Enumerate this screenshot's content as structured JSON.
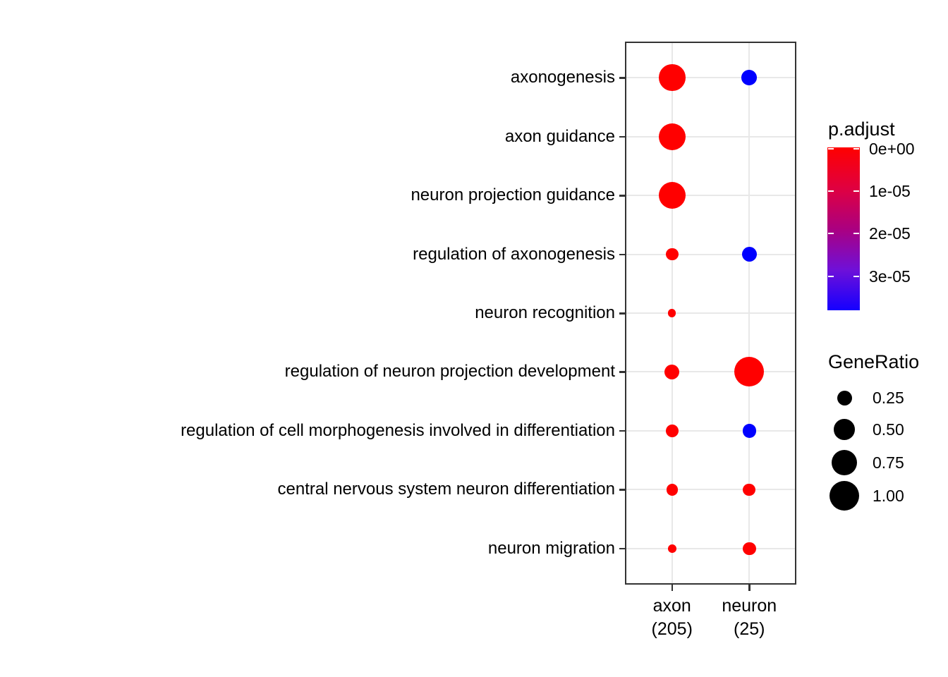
{
  "chart_data": {
    "type": "scatter",
    "subtype": "enrichment-dotplot",
    "title": "",
    "xlabel": "",
    "ylabel": "",
    "grid": true,
    "legend_position": "right",
    "x_categories": [
      {
        "cluster": "axon",
        "size_label": "(205)"
      },
      {
        "cluster": "neuron",
        "size_label": "(25)"
      }
    ],
    "y_categories": [
      "axonogenesis",
      "axon guidance",
      "neuron projection guidance",
      "regulation of axonogenesis",
      "neuron recognition",
      "regulation of neuron projection development",
      "regulation of cell morphogenesis involved in differentiation",
      "central nervous system neuron differentiation",
      "neuron migration"
    ],
    "points": [
      {
        "term": "axonogenesis",
        "cluster": "axon",
        "gene_ratio": 0.8,
        "dot_color": "red",
        "p_adjust_est": 0
      },
      {
        "term": "axonogenesis",
        "cluster": "neuron",
        "gene_ratio": 0.27,
        "dot_color": "blue",
        "p_adjust_est": 3.5e-05
      },
      {
        "term": "axon guidance",
        "cluster": "axon",
        "gene_ratio": 0.82,
        "dot_color": "red",
        "p_adjust_est": 0
      },
      {
        "term": "neuron projection guidance",
        "cluster": "axon",
        "gene_ratio": 0.82,
        "dot_color": "red",
        "p_adjust_est": 0
      },
      {
        "term": "regulation of axonogenesis",
        "cluster": "axon",
        "gene_ratio": 0.18,
        "dot_color": "red",
        "p_adjust_est": 0
      },
      {
        "term": "regulation of axonogenesis",
        "cluster": "neuron",
        "gene_ratio": 0.25,
        "dot_color": "blue",
        "p_adjust_est": 3.5e-05
      },
      {
        "term": "neuron recognition",
        "cluster": "axon",
        "gene_ratio": 0.07,
        "dot_color": "red",
        "p_adjust_est": 0
      },
      {
        "term": "regulation of neuron projection development",
        "cluster": "axon",
        "gene_ratio": 0.25,
        "dot_color": "red",
        "p_adjust_est": 0
      },
      {
        "term": "regulation of neuron projection development",
        "cluster": "neuron",
        "gene_ratio": 1.0,
        "dot_color": "red",
        "p_adjust_est": 0
      },
      {
        "term": "regulation of cell morphogenesis involved in differentiation",
        "cluster": "axon",
        "gene_ratio": 0.18,
        "dot_color": "red",
        "p_adjust_est": 0
      },
      {
        "term": "regulation of cell morphogenesis involved in differentiation",
        "cluster": "neuron",
        "gene_ratio": 0.21,
        "dot_color": "blue",
        "p_adjust_est": 3.5e-05
      },
      {
        "term": "central nervous system neuron differentiation",
        "cluster": "axon",
        "gene_ratio": 0.15,
        "dot_color": "red",
        "p_adjust_est": 0
      },
      {
        "term": "central nervous system neuron differentiation",
        "cluster": "neuron",
        "gene_ratio": 0.18,
        "dot_color": "red",
        "p_adjust_est": 0
      },
      {
        "term": "neuron migration",
        "cluster": "axon",
        "gene_ratio": 0.08,
        "dot_color": "red",
        "p_adjust_est": 0
      },
      {
        "term": "neuron migration",
        "cluster": "neuron",
        "gene_ratio": 0.2,
        "dot_color": "red",
        "p_adjust_est": 0
      }
    ],
    "legend": {
      "p_adjust": {
        "title": "p.adjust",
        "tick_labels": [
          "0e+00",
          "1e-05",
          "2e-05",
          "3e-05"
        ],
        "range": [
          0,
          3.8e-05
        ],
        "gradient_stops": [
          "#ff0000",
          "#e00040",
          "#ab0080",
          "#6f10d8",
          "#1500ff"
        ]
      },
      "gene_ratio": {
        "title": "GeneRatio",
        "breaks": [
          0.25,
          0.5,
          0.75,
          1.0
        ],
        "break_labels": [
          "0.25",
          "0.50",
          "0.75",
          "1.00"
        ],
        "dot_color": "#000000"
      }
    },
    "colors": {
      "red": "#ff0000",
      "blue": "#0000ff",
      "gridline": "#e8e8e8",
      "panel_border": "#333333",
      "tick": "#333333",
      "background": "#ffffff"
    }
  }
}
